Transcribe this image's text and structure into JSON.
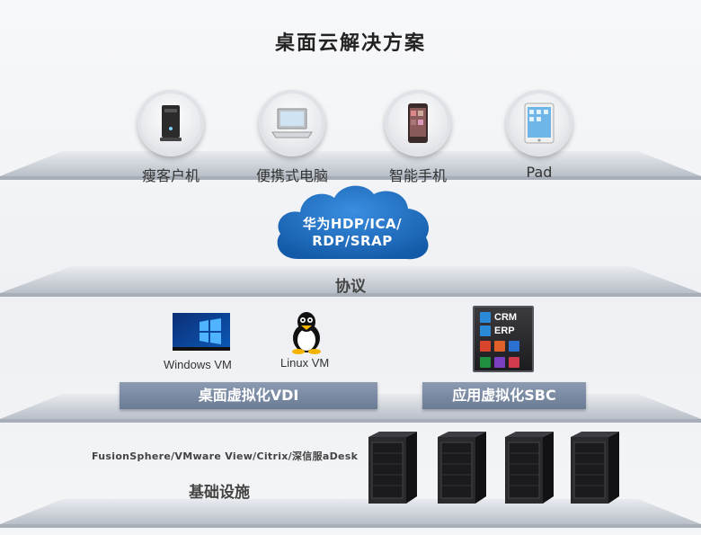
{
  "title": "桌面云解决方案",
  "devices": [
    {
      "label": "瘦客户机",
      "icon": "thin-client-icon"
    },
    {
      "label": "便携式电脑",
      "icon": "laptop-icon"
    },
    {
      "label": "智能手机",
      "icon": "smartphone-icon"
    },
    {
      "label": "Pad",
      "icon": "tablet-icon"
    }
  ],
  "protocol": {
    "cloud_line1": "华为HDP/ICA/",
    "cloud_line2": "RDP/SRAP",
    "label": "协议"
  },
  "vdi": {
    "windows_label": "Windows VM",
    "linux_label": "Linux VM",
    "band_label": "桌面虚拟化VDI"
  },
  "sbc": {
    "crm": "CRM",
    "erp": "ERP",
    "band_label": "应用虚拟化SBC"
  },
  "infrastructure": {
    "vendors": "FusionSphere/VMware View/Citrix/深信服aDesk",
    "label": "基础设施"
  },
  "colors": {
    "cloud": "#1f6fc0",
    "band": "#7888a2",
    "platform": "#c9ced6"
  }
}
